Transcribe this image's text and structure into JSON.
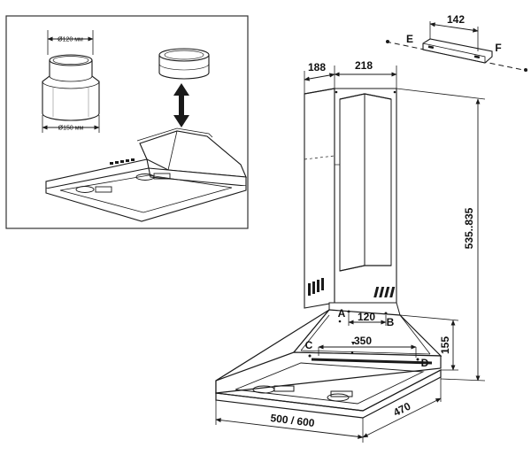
{
  "inset": {
    "dia_top": "Ø120 мм",
    "dia_bottom": "Ø150 мм"
  },
  "bracket": {
    "width": "142",
    "left_point": "E",
    "right_point": "F"
  },
  "chimney": {
    "depth": "188",
    "width": "218",
    "height_range": "535..835"
  },
  "hood": {
    "point_a": "A",
    "point_b": "B",
    "point_c": "C",
    "point_d": "D",
    "ab_distance": "120",
    "cd_distance": "350",
    "canopy_height": "155",
    "width": "500 / 600",
    "depth": "470"
  }
}
